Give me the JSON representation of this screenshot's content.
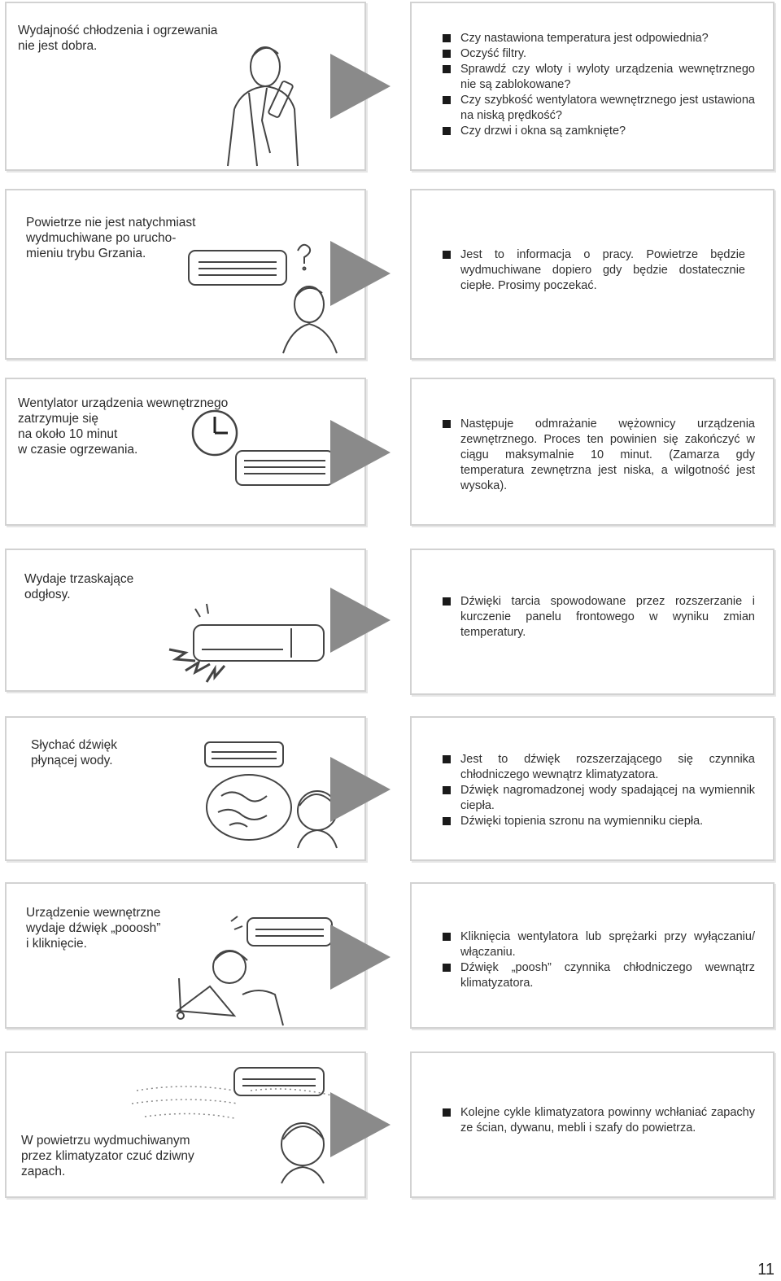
{
  "rows": [
    {
      "title": "Wydajność chłodzenia i ogrzewania\nnie jest dobra.",
      "items": [
        "Czy nastawiona temperatura jest odpowiednia?",
        "Oczyść filtry.",
        "Sprawdź czy wloty i wyloty urządzenia wewnętrznego nie są zablokowane?",
        "Czy szybkość wentylatora wewnętrznego jest ustawiona na niską prędkość?",
        "Czy drzwi i okna są zamknięte?"
      ]
    },
    {
      "title": "Powietrze nie jest natychmiast\nwydmuchiwane po urucho-\nmieniu trybu Grzania.",
      "items": [
        "Jest to informacja o pracy. Powietrze będzie wydmuchiwane dopiero gdy będzie dostatecznie ciepłe. Prosimy poczekać."
      ]
    },
    {
      "title": "Wentylator urządzenia wewnętrznego\nzatrzymuje się\nna około 10 minut\nw czasie ogrzewania.",
      "items": [
        "Następuje odmrażanie wężownicy urządzenia zewnętrznego. Proces ten powinien się zakończyć w ciągu maksymalnie 10 minut. (Zamarza gdy temperatura zewnętrzna jest niska, a wilgotność jest wysoka)."
      ]
    },
    {
      "title": "Wydaje trzaskające\nodgłosy.",
      "items": [
        "Dźwięki tarcia spowodowane przez rozszerzanie i kurczenie panelu frontowego w wyniku zmian temperatury."
      ]
    },
    {
      "title": "Słychać dźwięk\npłynącej wody.",
      "items": [
        "Jest to dźwięk rozszerzającego się czynnika chłodniczego wewnątrz klimatyzatora.",
        "Dźwięk nagromadzonej wody spadającej na wymiennik ciepła.",
        "Dźwięki topienia szronu na wymienniku ciepła."
      ]
    },
    {
      "title": "Urządzenie wewnętrzne\nwydaje dźwięk „pooosh”\ni kliknięcie.",
      "items": [
        "Kliknięcia wentylatora lub sprężarki przy wyłączaniu/ włączaniu.",
        "Dźwięk „poosh” czynnika chłodniczego wewnątrz klimatyzatora."
      ]
    },
    {
      "title": "W powietrzu wydmuchiwanym\nprzez klimatyzator czuć dziwny\nzapach.",
      "items": [
        "Kolejne cykle klimatyzatora powinny wchłaniać zapachy ze ścian, dywanu, mebli i szafy do powietrza."
      ]
    }
  ],
  "page_number": "11"
}
